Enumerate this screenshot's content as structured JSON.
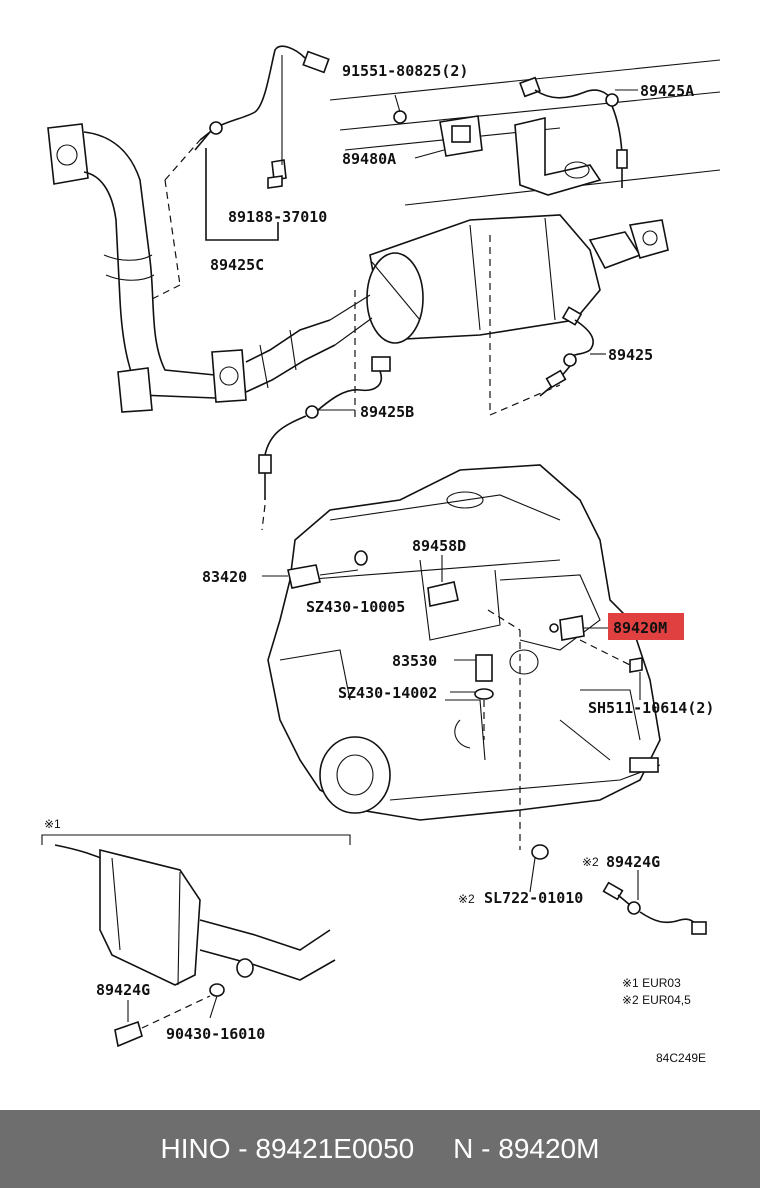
{
  "colors": {
    "highlight": "#e04040",
    "footer_bg": "#6e6e6e",
    "line": "#111111"
  },
  "labels": {
    "p91551": "91551-80825(2)",
    "p89425A": "89425A",
    "p89480A": "89480A",
    "p89188": "89188-37010",
    "p89425C": "89425C",
    "p89425": "89425",
    "p89425B": "89425B",
    "p89458D": "89458D",
    "p83420": "83420",
    "pSZ430_10005": "SZ430-10005",
    "p89420M": "89420M",
    "p83530": "83530",
    "pSZ430_14002": "SZ430-14002",
    "pSH511": "SH511-10614(2)",
    "p89424G_right": "89424G",
    "pSL722": "SL722-01010",
    "p89424G_left": "89424G",
    "p90430": "90430-16010"
  },
  "marks": {
    "note1": "※1",
    "note2": "※2",
    "note2_b": "※2"
  },
  "legend": {
    "eur03": "※1 EUR03",
    "eur045": "※2 EUR04,5"
  },
  "diagram_code": "84C249E",
  "footer": {
    "left": "HINO - 89421E0050",
    "right": "N - 89420M"
  }
}
